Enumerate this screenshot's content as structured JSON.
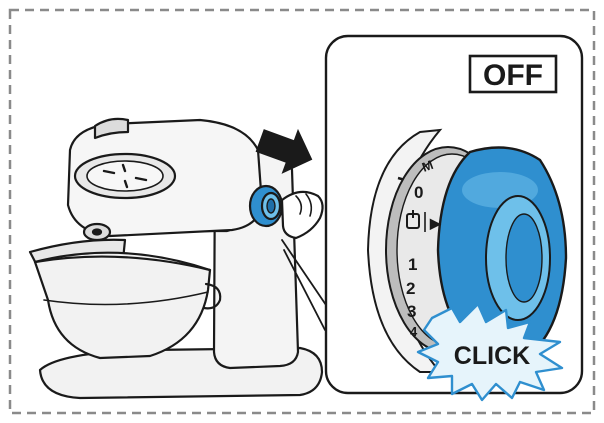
{
  "labels": {
    "off_badge": "OFF",
    "click_burst": "CLICK",
    "dial_marks": [
      "M",
      "0",
      "▶",
      "1",
      "2",
      "3",
      "4"
    ]
  },
  "colors": {
    "dial_blue": "#2f8fcf",
    "dial_blue_light": "#6ec0ea",
    "dial_blue_dark": "#1f6fa8",
    "burst_fill": "#e6f4fb",
    "ink": "#1a1a1a",
    "frame_dash": "#8a8a8a",
    "machine_fill": "#f4f4f4",
    "machine_shade": "#d9d9d9"
  },
  "icons": {
    "arrow": "right-arrow-icon",
    "pulse": "pulse-mode-icon"
  }
}
